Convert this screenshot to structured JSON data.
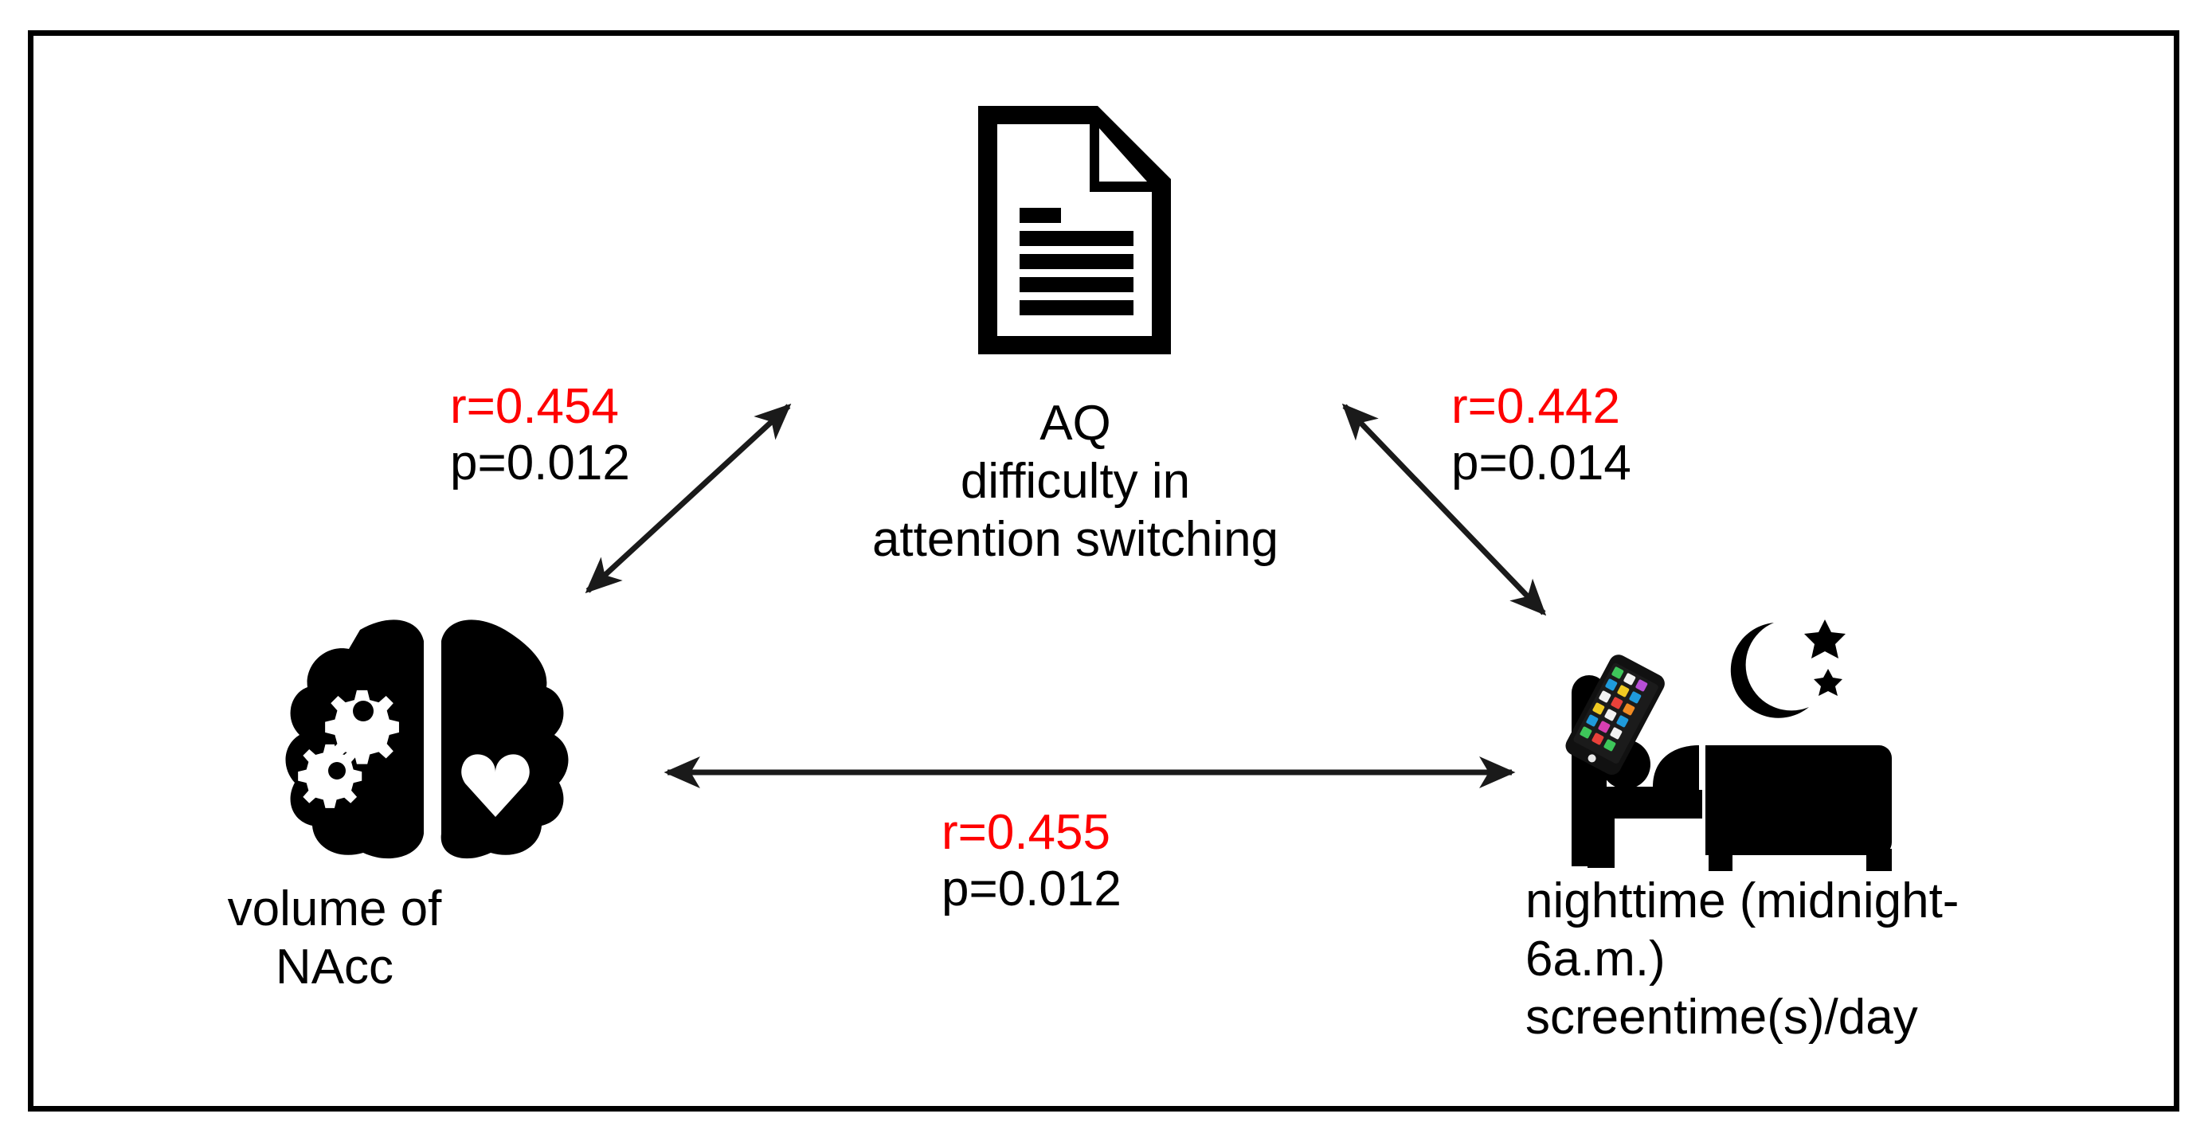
{
  "figure": {
    "type": "correlation-triangle-diagram",
    "background": "#ffffff",
    "frame_color": "#000000",
    "accent_color": "#ff0000",
    "text_color": "#000000"
  },
  "nodes": {
    "brain": {
      "icon": "brain-gears-heart-icon",
      "label": "volume of\nNAcc"
    },
    "document": {
      "icon": "document-lines-icon",
      "label": "AQ\ndifficulty in\nattention switching"
    },
    "bed": {
      "icon": "person-in-bed-with-phone-moon-icon",
      "label": "nighttime (midnight-\n6a.m.)\nscreentime(s)/day"
    }
  },
  "edges": [
    {
      "id": "brain-aq",
      "from": "brain",
      "to": "document",
      "arrow": "double-headed",
      "r_label": "r=0.454",
      "p_label": "p=0.012",
      "r_color": "#ff0000",
      "p_color": "#000000"
    },
    {
      "id": "aq-bed",
      "from": "document",
      "to": "bed",
      "arrow": "double-headed",
      "r_label": "r=0.442",
      "p_label": "p=0.014",
      "r_color": "#ff0000",
      "p_color": "#000000"
    },
    {
      "id": "brain-bed",
      "from": "brain",
      "to": "bed",
      "arrow": "double-headed",
      "r_label": "r=0.455",
      "p_label": "p=0.012",
      "r_color": "#ff0000",
      "p_color": "#000000"
    }
  ],
  "chart_data": {
    "type": "diagram",
    "title": "",
    "variables": [
      "volume of NAcc",
      "AQ difficulty in attention switching",
      "nighttime (midnight-6a.m.) screentime(s)/day"
    ],
    "correlations": [
      {
        "pair": [
          "volume of NAcc",
          "AQ difficulty in attention switching"
        ],
        "r": 0.454,
        "p": 0.012
      },
      {
        "pair": [
          "AQ difficulty in attention switching",
          "nighttime (midnight-6a.m.) screentime(s)/day"
        ],
        "r": 0.442,
        "p": 0.014
      },
      {
        "pair": [
          "volume of NAcc",
          "nighttime (midnight-6a.m.) screentime(s)/day"
        ],
        "r": 0.455,
        "p": 0.012
      }
    ]
  }
}
